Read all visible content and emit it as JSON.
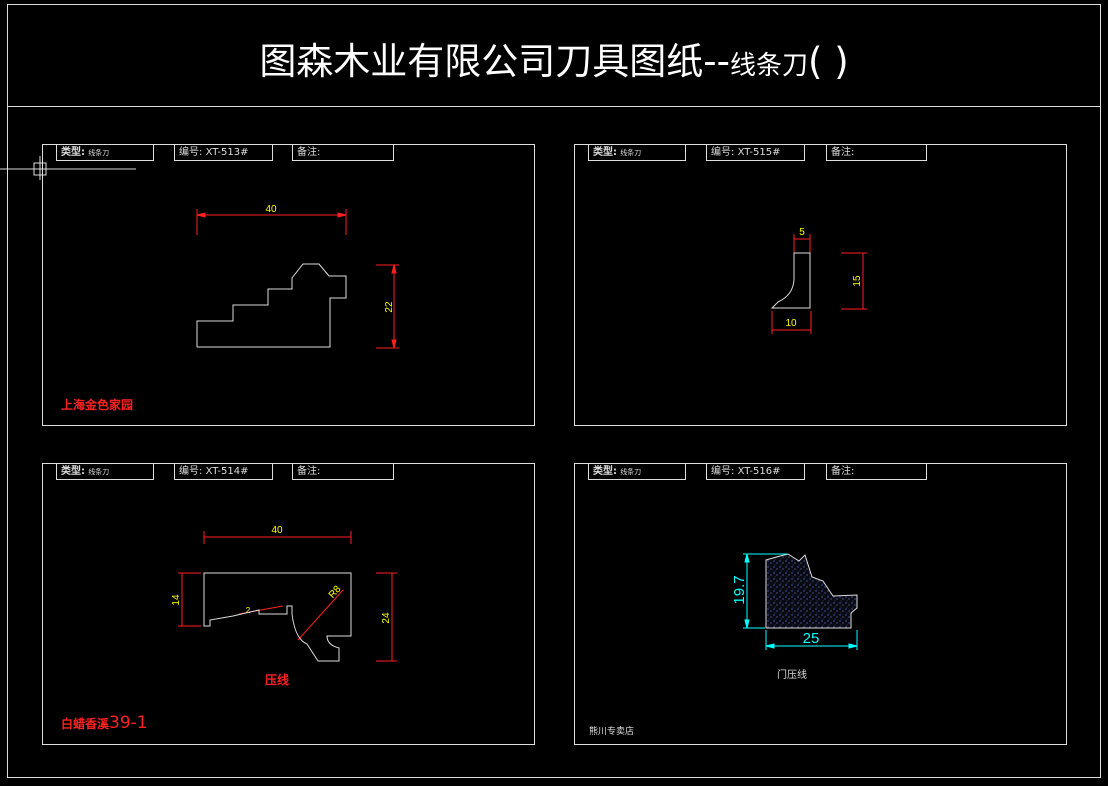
{
  "title": {
    "main": "图森木业有限公司刀具图纸--",
    "sub": "线条刀",
    "paren": "(      )"
  },
  "panels": [
    {
      "type_label": "类型:",
      "type_value": "线条刀",
      "code_label": "编号:",
      "code_value": "XT-513#",
      "remark_label": "备注:",
      "dim_a": "40",
      "dim_b": "22",
      "note": "上海金色家园"
    },
    {
      "type_label": "类型:",
      "type_value": "线条刀",
      "code_label": "编号:",
      "code_value": "XT-515#",
      "remark_label": "备注:",
      "dim_a": "5",
      "dim_b": "15",
      "dim_c": "10"
    },
    {
      "type_label": "类型:",
      "type_value": "线条刀",
      "code_label": "编号:",
      "code_value": "XT-514#",
      "remark_label": "备注:",
      "dim_a": "40",
      "dim_b": "14",
      "dim_c": "24",
      "dim_d": "R8",
      "dim_e": "2",
      "caption": "压线",
      "note": "白蜡香溪",
      "note_num": "39-1"
    },
    {
      "type_label": "类型:",
      "type_value": "线条刀",
      "code_label": "编号:",
      "code_value": "XT-516#",
      "remark_label": "备注:",
      "dim_a": "19.7",
      "dim_b": "25",
      "caption": "门压线",
      "note": "熊川专卖店"
    }
  ],
  "colors": {
    "line": "#dddddd",
    "dim_red": "#ff2020",
    "dim_yellow": "#ffff00",
    "dim_cyan": "#00ffff",
    "note_red": "#ff2020"
  }
}
